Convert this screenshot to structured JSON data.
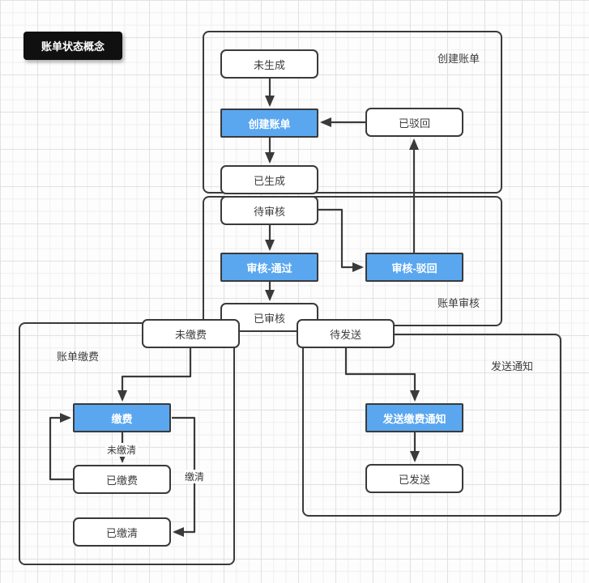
{
  "title": "账单状态概念",
  "colors": {
    "action_node_fill": "#5aa7f0",
    "shape_border": "#3a3a3a",
    "title_bg": "#101010",
    "grid_minor": "#efefef",
    "grid_major": "#e2e2e2"
  },
  "containers": [
    {
      "id": "create",
      "label": "创建账单"
    },
    {
      "id": "review",
      "label": "账单审核"
    },
    {
      "id": "pay",
      "label": "账单缴费"
    },
    {
      "id": "notify",
      "label": "发送通知"
    }
  ],
  "nodes": [
    {
      "id": "not-generated",
      "label": "未生成",
      "type": "state"
    },
    {
      "id": "create-bill",
      "label": "创建账单",
      "type": "action"
    },
    {
      "id": "rejected",
      "label": "已驳回",
      "type": "state"
    },
    {
      "id": "generated",
      "label": "已生成",
      "type": "state"
    },
    {
      "id": "pending-review",
      "label": "待审核",
      "type": "state"
    },
    {
      "id": "review-pass",
      "label": "审核-通过",
      "type": "action"
    },
    {
      "id": "review-reject",
      "label": "审核-驳回",
      "type": "action"
    },
    {
      "id": "reviewed",
      "label": "已审核",
      "type": "state"
    },
    {
      "id": "unpaid",
      "label": "未缴费",
      "type": "state"
    },
    {
      "id": "pending-send",
      "label": "待发送",
      "type": "state"
    },
    {
      "id": "pay-action",
      "label": "缴费",
      "type": "action"
    },
    {
      "id": "paid",
      "label": "已缴费",
      "type": "state"
    },
    {
      "id": "paid-off",
      "label": "已缴清",
      "type": "state"
    },
    {
      "id": "send-pay-notice",
      "label": "发送缴费通知",
      "type": "action"
    },
    {
      "id": "sent",
      "label": "已发送",
      "type": "state"
    }
  ],
  "edge_labels": [
    {
      "id": "not-cleared",
      "label": "未缴清"
    },
    {
      "id": "cleared",
      "label": "缴清"
    }
  ]
}
